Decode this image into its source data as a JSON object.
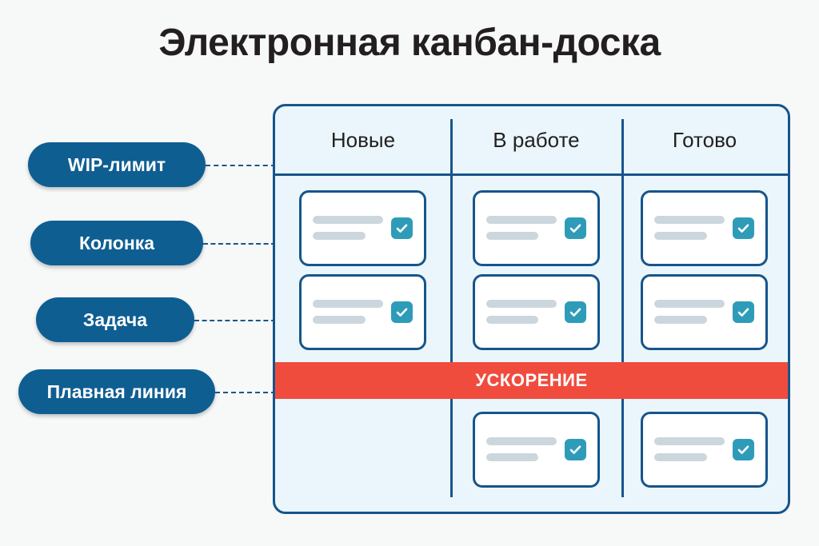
{
  "title": "Электронная канбан-доска",
  "annotations": [
    {
      "label": "WIP-лимит"
    },
    {
      "label": "Колонка"
    },
    {
      "label": "Задача"
    },
    {
      "label": "Плавная линия"
    }
  ],
  "board": {
    "columns": [
      {
        "header": "Новые"
      },
      {
        "header": "В работе"
      },
      {
        "header": "Готово"
      }
    ],
    "rows": [
      {
        "cards": [
          true,
          true,
          true
        ]
      },
      {
        "cards": [
          true,
          true,
          true
        ]
      },
      {
        "cards": [
          false,
          true,
          true
        ]
      }
    ],
    "expedite_lane": {
      "label": "УСКОРЕНИЕ"
    }
  },
  "icons": {
    "check": "check-icon"
  },
  "colors": {
    "page_background": "#f7f8f8",
    "title": "#231f20",
    "pill": "#0f5e92",
    "pill_text": "#ffffff",
    "board_background": "#eaf6fb",
    "board_border": "#17558b",
    "card_background": "#ffffff",
    "card_border": "#17558b",
    "placeholder_bar": "#ccd6dd",
    "checkbox": "#2e9cb8",
    "expedite": "#f04c3e",
    "connector": "#17558b"
  }
}
